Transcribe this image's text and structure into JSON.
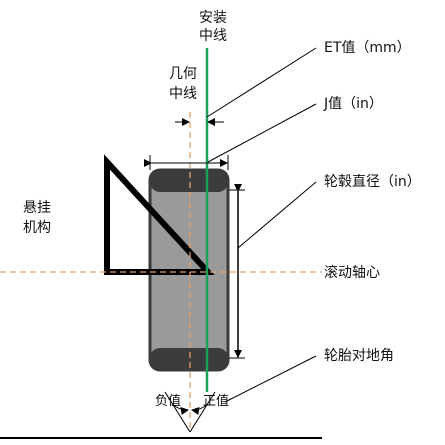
{
  "labels": {
    "mounting_centerline": [
      "安装",
      "中线"
    ],
    "geometric_centerline": [
      "几何",
      "中线"
    ],
    "suspension": [
      "悬挂",
      "机构"
    ],
    "et_value": "ET值（mm）",
    "j_value": "J值（in）",
    "rim_diameter": "轮毂直径（in）",
    "rolling_axis": "滚动轴心",
    "camber_angle": "轮胎对地角",
    "negative": "负值",
    "positive": "正值"
  },
  "colors": {
    "tire": "#999999",
    "tire_dark": "#404040",
    "mounting_line": "#1aa05a",
    "dashed_line": "#e0a070",
    "ink": "#000000"
  }
}
